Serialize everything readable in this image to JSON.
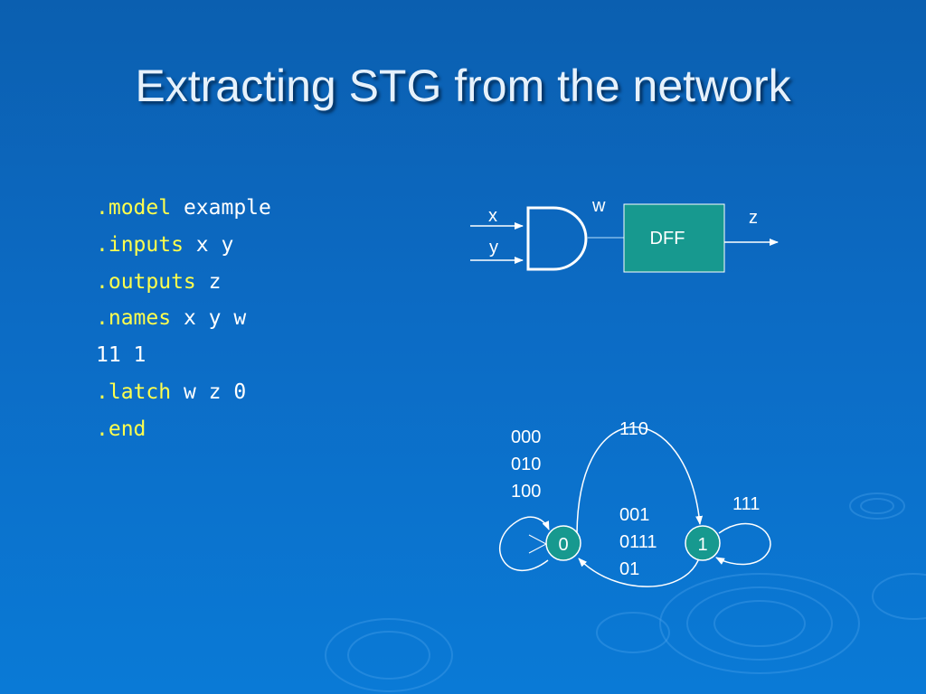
{
  "slide": {
    "title": "Extracting STG from the network"
  },
  "code": {
    "lines": [
      {
        "keyword": ".model",
        "rest": " example"
      },
      {
        "keyword": ".inputs",
        "rest": " x y"
      },
      {
        "keyword": ".outputs",
        "rest": " z"
      },
      {
        "keyword": ".names",
        "rest": " x y w"
      },
      {
        "keyword": "",
        "rest": "11 1"
      },
      {
        "keyword": ".latch",
        "rest": " w z 0"
      },
      {
        "keyword": ".end",
        "rest": ""
      }
    ]
  },
  "circuit": {
    "input_x": "x",
    "input_y": "y",
    "wire_w": "w",
    "flipflop": "DFF",
    "output_z": "z"
  },
  "stg": {
    "state0": "0",
    "state1": "1",
    "loop0_labels": [
      "000",
      "010",
      "100"
    ],
    "edge01_label": "110",
    "loop1_label": "111",
    "edge10_labels": [
      "001",
      "0111",
      "01"
    ]
  },
  "colors": {
    "background": "#0c6bc4",
    "keyword": "#ffff4d",
    "dff_fill": "#17998f",
    "state_fill": "#17998f",
    "line": "#ffffff"
  }
}
